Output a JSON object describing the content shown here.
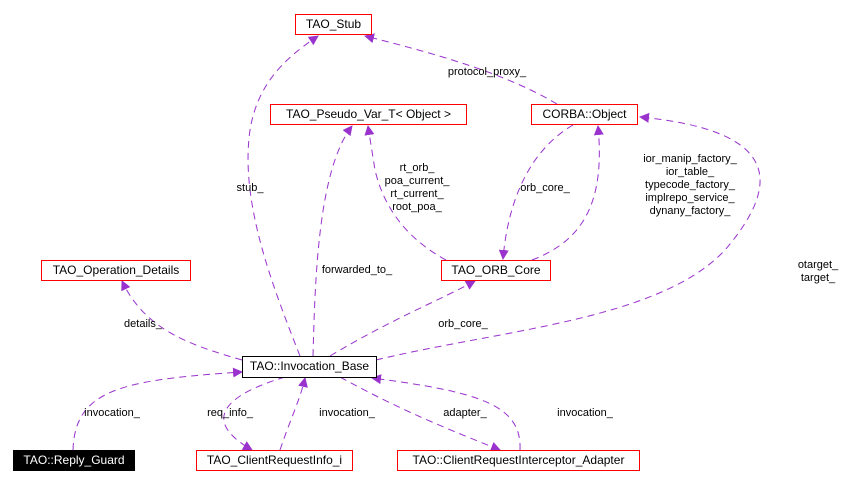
{
  "nodes": {
    "tao_stub": "TAO_Stub",
    "pseudo_var": "TAO_Pseudo_Var_T< Object >",
    "corba_object": "CORBA::Object",
    "operation_details": "TAO_Operation_Details",
    "orb_core": "TAO_ORB_Core",
    "invocation_base": "TAO::Invocation_Base",
    "reply_guard": "TAO::Reply_Guard",
    "client_request_info": "TAO_ClientRequestInfo_i",
    "interceptor_adapter": "TAO::ClientRequestInterceptor_Adapter"
  },
  "edge_labels": {
    "protocol_proxy": "protocol_proxy_",
    "stub": "stub_",
    "forwarded_to": "forwarded_to_",
    "pseudo_members": [
      "rt_orb_",
      "poa_current_",
      "rt_current_",
      "root_poa_"
    ],
    "orb_core_to_core": "orb_core_",
    "core_members": [
      "ior_manip_factory_",
      "ior_table_",
      "typecode_factory_",
      "implrepo_service_",
      "dynany_factory_"
    ],
    "target": [
      "otarget_",
      "target_"
    ],
    "details": "details_",
    "orb_core": "orb_core_",
    "reply_invocation": "invocation_",
    "req_info": "req_info_",
    "info_invocation": "invocation_",
    "adapter": "adapter_",
    "adapter_invocation": "invocation_"
  },
  "colors": {
    "edge": "#9a32cd",
    "node_border": "#ff0000"
  }
}
